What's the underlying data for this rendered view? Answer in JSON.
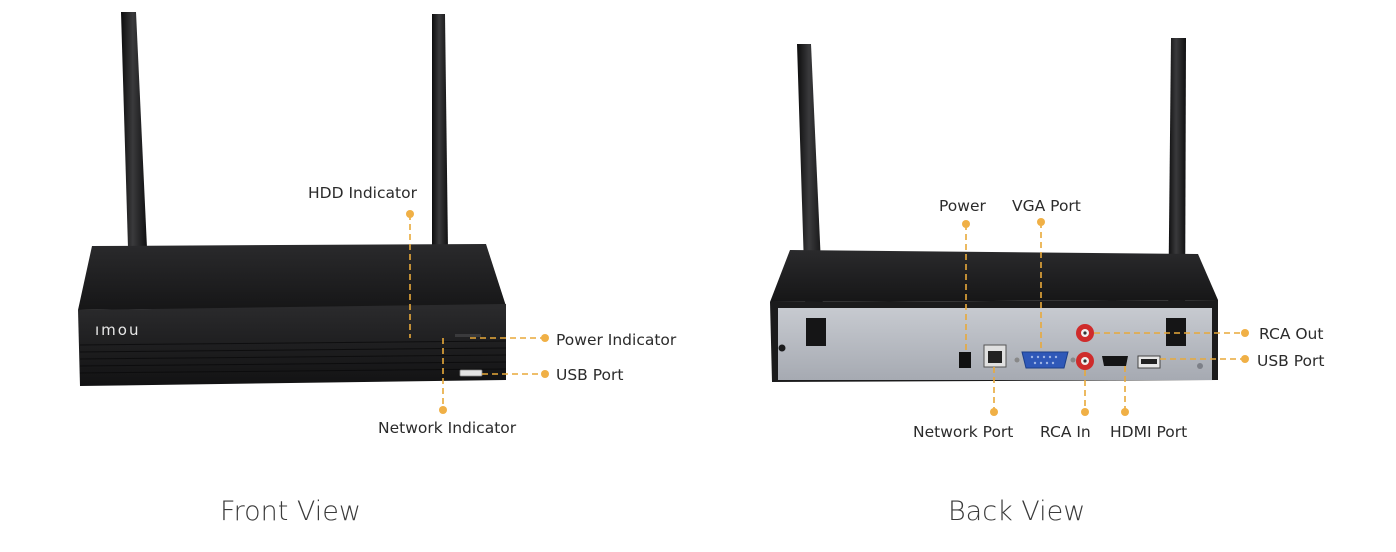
{
  "front": {
    "brand": "ımou",
    "caption": "Front View",
    "labels": {
      "hdd_indicator": "HDD Indicator",
      "power_indicator": "Power Indicator",
      "usb_port": "USB Port",
      "network_indicator": "Network Indicator"
    }
  },
  "back": {
    "caption": "Back View",
    "labels": {
      "power": "Power",
      "vga_port": "VGA Port",
      "rca_out": "RCA Out",
      "usb_port": "USB Port",
      "network_port": "Network Port",
      "rca_in": "RCA In",
      "hdmi_port": "HDMI Port"
    }
  },
  "colors": {
    "leader": "#e8a93a",
    "device_body": "#1d1d1f",
    "back_panel": "#b9bcc3"
  }
}
